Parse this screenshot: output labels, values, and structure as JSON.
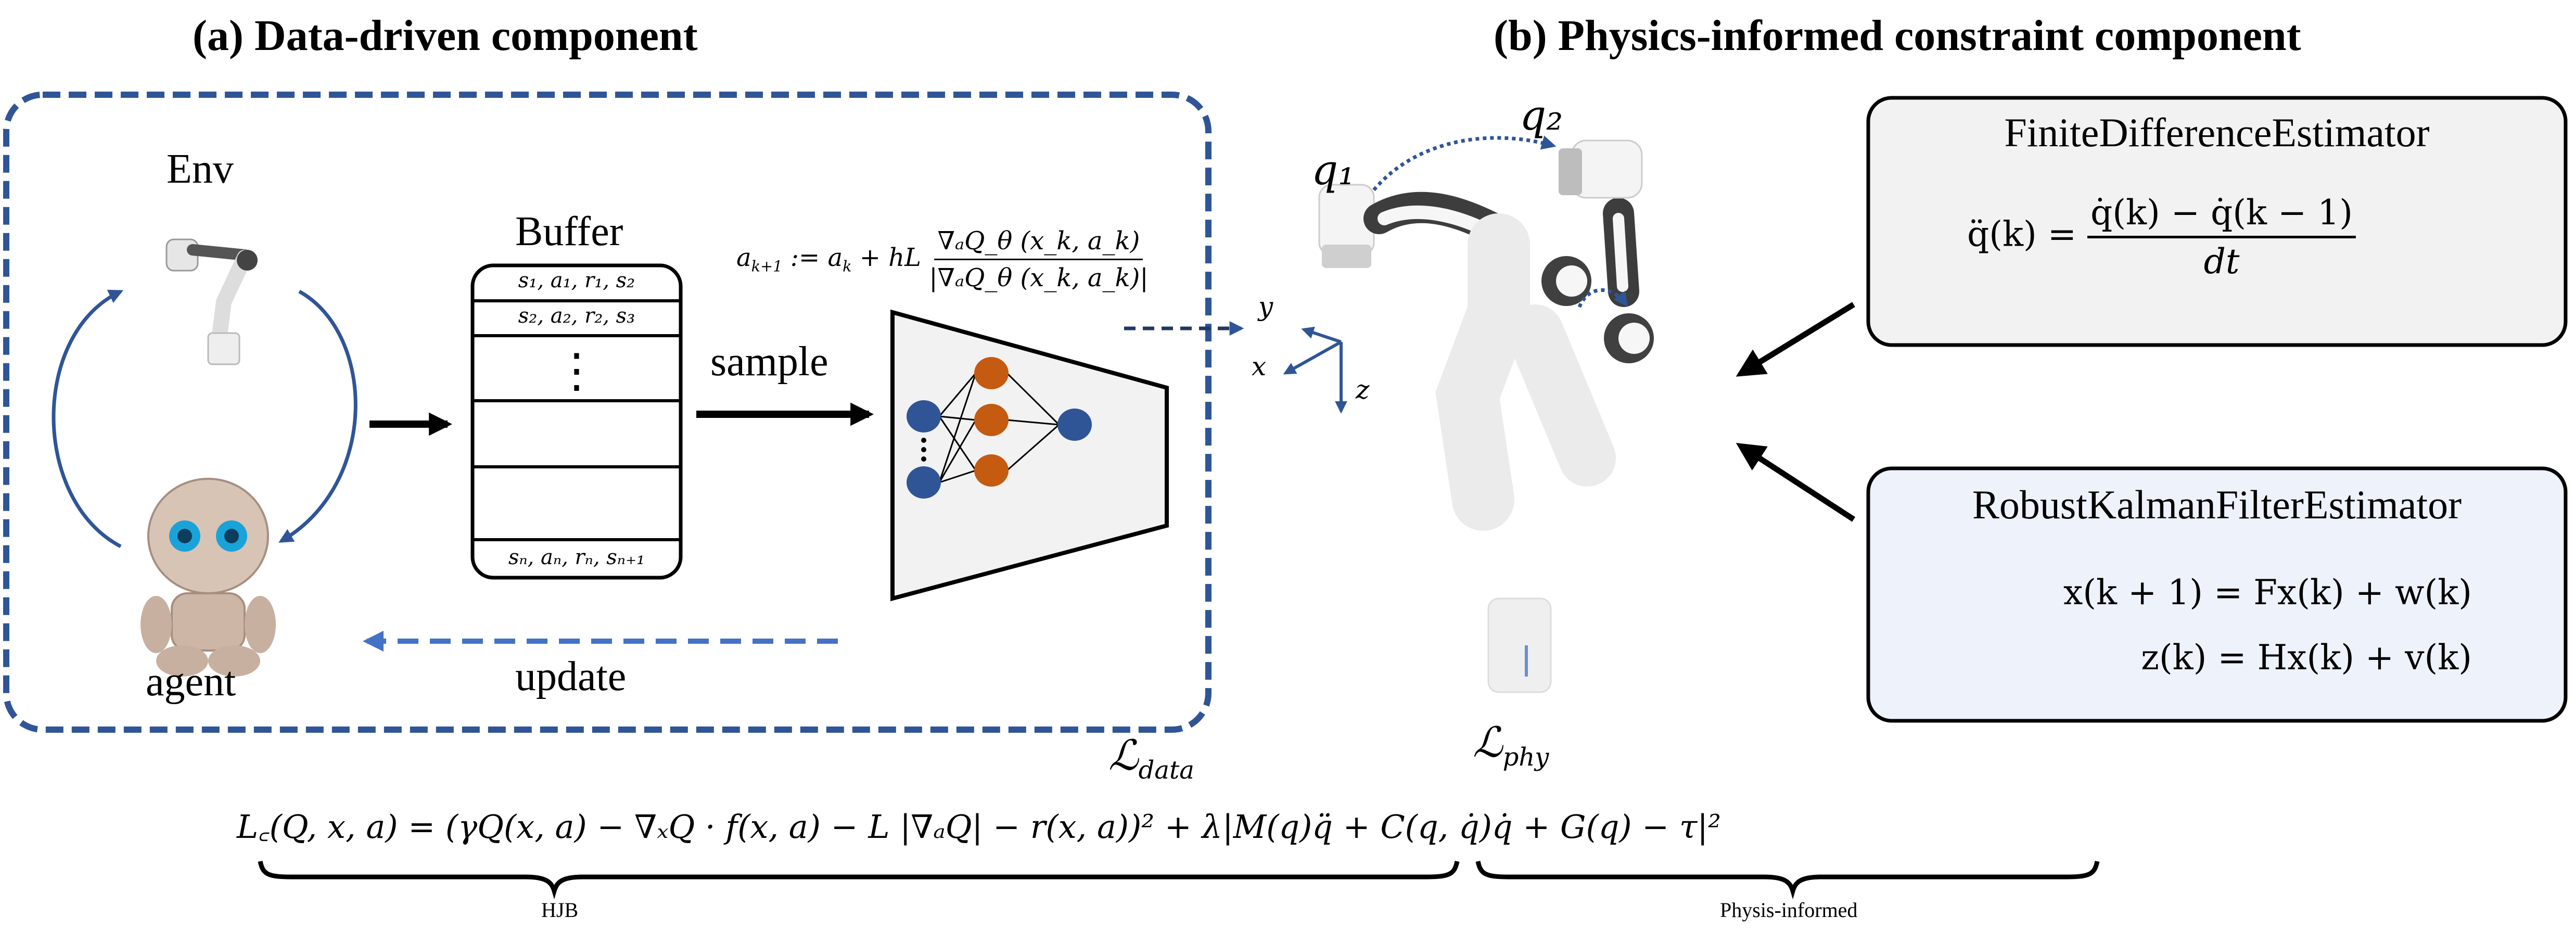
{
  "panels": {
    "a": {
      "title": "(a) Data-driven component"
    },
    "b": {
      "title": "(b) Physics-informed constraint component"
    }
  },
  "data_driven": {
    "env_label": "Env",
    "agent_label": "agent",
    "buffer": {
      "title": "Buffer",
      "rows": [
        "s₁, a₁, r₁, s₂",
        "s₂, a₂, r₂, s₃",
        "⋮",
        "",
        "",
        "sₙ, aₙ, rₙ, sₙ₊₁"
      ]
    },
    "sample_label": "sample",
    "update_label": "update",
    "action_update": {
      "lhs": "a",
      "lhs_sub": "k+1",
      "assign": " := a",
      "ak_sub": "k",
      "plus": " + hL",
      "numerator": "∇ₐQ_θ (x_k, a_k)",
      "denominator": "|∇ₐQ_θ (x_k, a_k)|"
    },
    "network": {
      "input_nodes": 2,
      "hidden_nodes": 3,
      "output_nodes": 1,
      "input_color": "#2f5597",
      "hidden_color": "#c55a11",
      "fill": "#f2f2f2"
    }
  },
  "physics": {
    "joint_labels": [
      "q₁",
      "q₂"
    ],
    "axis_labels": [
      "y",
      "x",
      "z"
    ],
    "finite_difference": {
      "title": "FiniteDifferenceEstimator",
      "equation_lhs": "q̈(k) =",
      "numerator": "q̇(k) − q̇(k − 1)",
      "denominator": "dt",
      "fill": "#f2f2f2"
    },
    "kalman": {
      "title": "RobustKalmanFilterEstimator",
      "equations": [
        "x(k + 1) = Fx(k) + w(k)",
        "z(k) = Hx(k) + v(k)"
      ],
      "fill": "#eef2fa"
    }
  },
  "losses": {
    "data_label": "ℒ",
    "data_sub": "data",
    "phy_label": "ℒ",
    "phy_sub": "phy",
    "equation_lhs": "L꜀(Q, x, a) = ",
    "hjb_term": "(γQ(x, a) − ∇ₓQ · f(x, a) − L |∇ₐQ| − r(x, a))²",
    "plus": " + ",
    "physics_term": "λ|M(q)q̈ + C(q, q̇)q̇ + G(q) − τ|²",
    "hjb_caption": "HJB",
    "physics_caption": "Physis-informed"
  },
  "colors": {
    "dashed_border": "#2f5597",
    "loop_arrow": "#2f5597",
    "update_arrow": "#4472c4",
    "black": "#000000"
  }
}
